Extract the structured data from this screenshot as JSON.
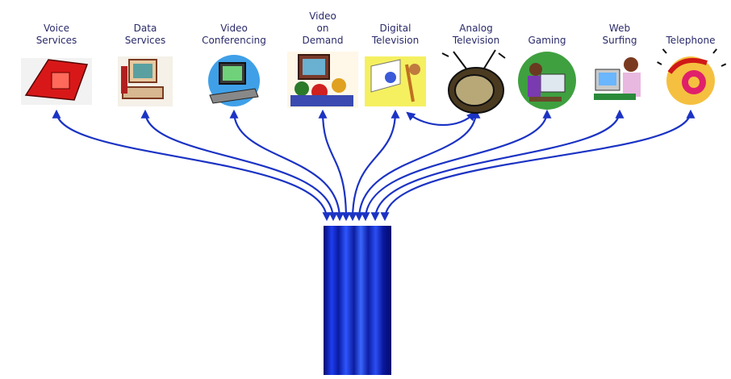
{
  "services": [
    {
      "id": "voice-services",
      "lines": [
        "Voice",
        "Services"
      ],
      "icon": "fax-machine-icon"
    },
    {
      "id": "data-services",
      "lines": [
        "Data",
        "Services"
      ],
      "icon": "computer-terminal-icon"
    },
    {
      "id": "video-conferencing",
      "lines": [
        "Video",
        "Conferencing"
      ],
      "icon": "video-phone-icon"
    },
    {
      "id": "video-on-demand",
      "lines": [
        "Video",
        "on",
        "Demand"
      ],
      "icon": "family-watching-tv-icon"
    },
    {
      "id": "digital-television",
      "lines": [
        "Digital",
        "Television"
      ],
      "icon": "digital-tv-icon"
    },
    {
      "id": "analog-television",
      "lines": [
        "Analog",
        "Television"
      ],
      "icon": "retro-tv-icon"
    },
    {
      "id": "gaming",
      "lines": [
        "Gaming"
      ],
      "icon": "gamer-icon"
    },
    {
      "id": "web-surfing",
      "lines": [
        "Web",
        "Surfing"
      ],
      "icon": "person-at-computer-icon"
    },
    {
      "id": "telephone",
      "lines": [
        "Telephone"
      ],
      "icon": "ringing-telephone-icon"
    }
  ],
  "cable": {
    "label": ""
  },
  "colors": {
    "arrow": "#1b33c4",
    "cable_dark": "#020a78",
    "cable_light": "#3a66ff",
    "label": "#2a2a6a"
  }
}
